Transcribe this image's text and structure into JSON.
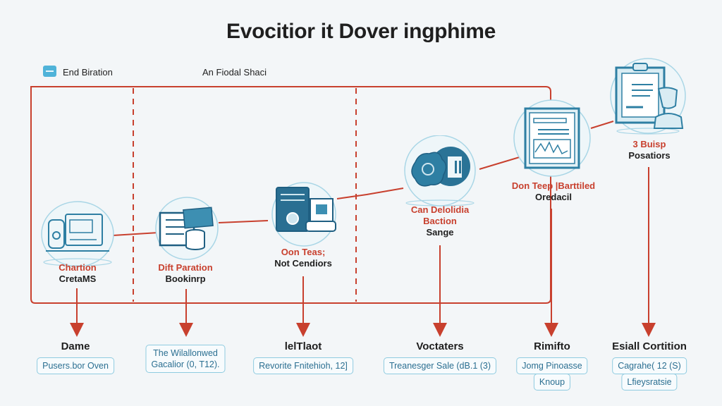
{
  "title": "Evocitior it Dover ingphime",
  "legend": {
    "icon": "legend-badge-icon",
    "left_label": "End Biration",
    "center_label": "An Fiodal Shaci"
  },
  "colors": {
    "connector": "#c8402e",
    "icon_teal": "#2e7fa3",
    "icon_dark": "#1f5f82",
    "halo": "#a9d6e6",
    "label_red": "#c8402e",
    "pill_text": "#2b6f91",
    "pill_border": "#8fcbe0",
    "background": "#f3f6f8"
  },
  "nodes": [
    {
      "id": "node-1",
      "icon": "machine-icon",
      "label_top": "Chartion",
      "label_bottom": "CretaMS"
    },
    {
      "id": "node-2",
      "icon": "database-document-icon",
      "label_top": "Dift Paration",
      "label_bottom": "Bookinrp"
    },
    {
      "id": "node-3",
      "icon": "server-document-icon",
      "label_top": "Oon Teas;",
      "label_bottom": "Not Cendiors"
    },
    {
      "id": "node-4",
      "icon": "gear-cluster-icon",
      "label_top": "Can Delolidia",
      "label_mid": "Baction",
      "label_bottom": "Sange"
    },
    {
      "id": "node-5",
      "icon": "report-chart-icon",
      "label_top": "Don Teep |Barttiled",
      "label_bottom": "Oredacil"
    },
    {
      "id": "node-6",
      "icon": "clipboard-person-icon",
      "label_top": "3 Buisp",
      "label_bottom": "Posatiors"
    }
  ],
  "outputs": [
    {
      "title": "Dame",
      "pills": [
        "Pusers.bor Oven"
      ]
    },
    {
      "title": "",
      "pills": [
        "The Wilallonwed\nGacalior (0, T12)."
      ]
    },
    {
      "title": "lelTlaot",
      "pills": [
        "Revorite Fnitehioh, 12]"
      ]
    },
    {
      "title": "Voctaters",
      "pills": [
        "Treanesger Sale (dB.1 (3)"
      ]
    },
    {
      "title": "Rimifto",
      "pills": [
        "Jomg Pinoasse",
        "Knoup"
      ]
    },
    {
      "title": "Esiall Cortition",
      "pills": [
        "Cagrahe( 12 (S)",
        "Lfieysratsie"
      ]
    }
  ]
}
